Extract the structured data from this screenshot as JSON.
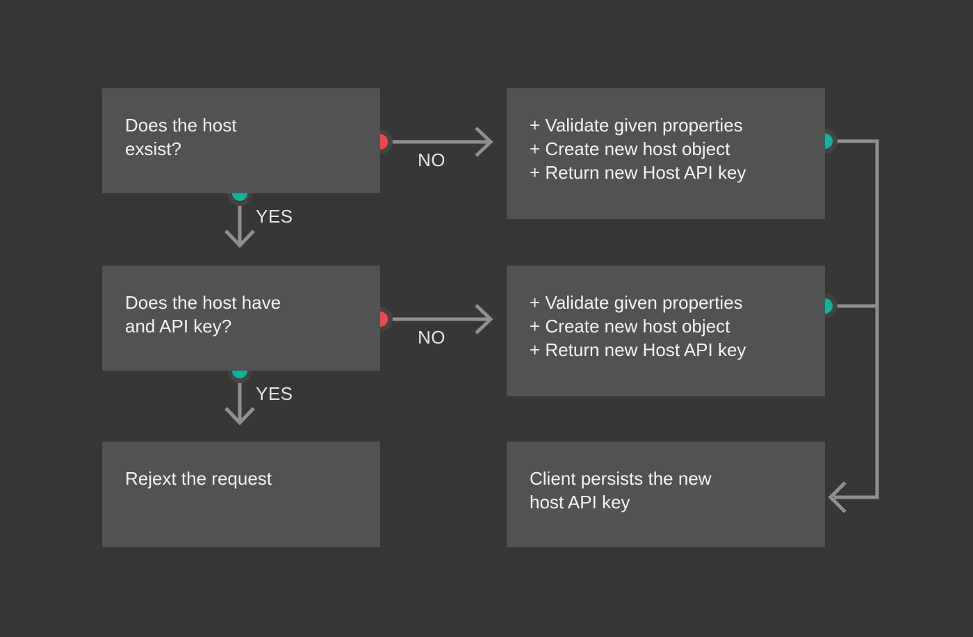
{
  "nodes": {
    "decision_host_exists": {
      "lines": [
        "Does the host",
        "exsist?"
      ]
    },
    "action_create_host_top": {
      "lines": [
        "+ Validate given properties",
        "+ Create new host object",
        "+ Return new Host API key"
      ]
    },
    "decision_host_has_key": {
      "lines": [
        "Does the host have",
        "and API key?"
      ]
    },
    "action_create_host_mid": {
      "lines": [
        "+ Validate given properties",
        "+ Create new host object",
        "+ Return new Host API key"
      ]
    },
    "reject_request": {
      "lines": [
        "Rejext the request"
      ]
    },
    "client_persists_key": {
      "lines": [
        "Client persists the new",
        "host API key"
      ]
    }
  },
  "edge_labels": {
    "no_top": "NO",
    "yes_top": "YES",
    "no_mid": "NO",
    "yes_mid": "YES"
  },
  "colors": {
    "background": "#373737",
    "node_background": "#525252",
    "node_text": "#f2f2f2",
    "connector": "#909090",
    "edge_label_text": "#e6e6e6",
    "port_no": "#f4454e",
    "port_yes": "#10b39a",
    "port_ring": "#434343"
  }
}
